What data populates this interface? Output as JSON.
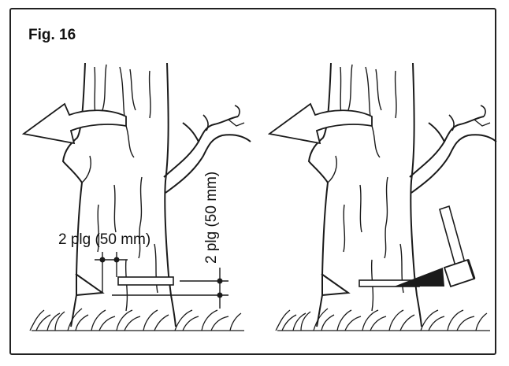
{
  "figure": {
    "title": "Fig. 16",
    "label_horizontal": "2 plg (50 mm)",
    "label_vertical": "2 plg (50 mm)"
  },
  "colors": {
    "line": "#1a1a1a",
    "background": "#ffffff",
    "frame": "#222222"
  },
  "icons": [
    "curved-arrow-icon",
    "tree-trunk-icon",
    "wedge-icon",
    "hammer-icon",
    "grass-icon"
  ]
}
